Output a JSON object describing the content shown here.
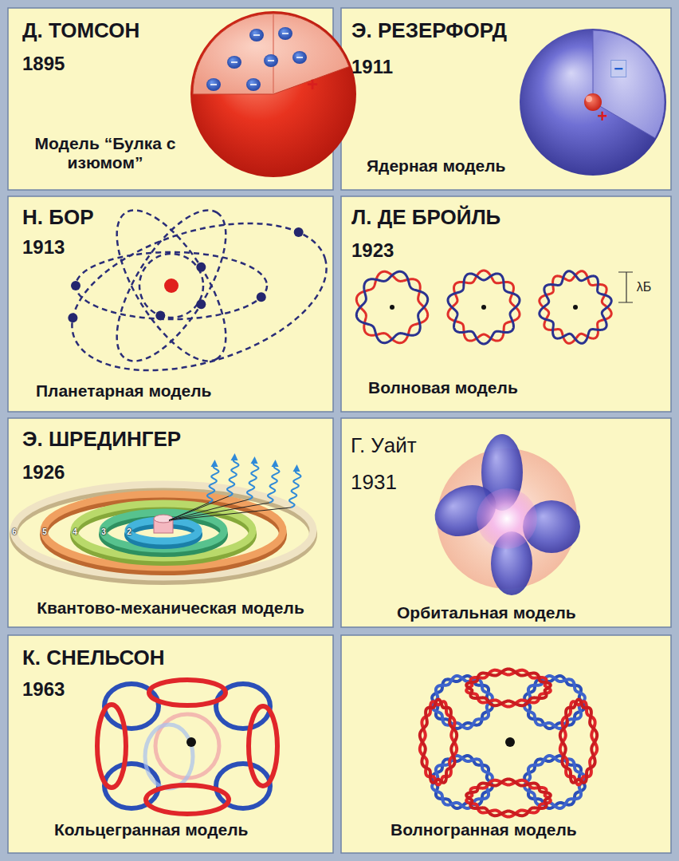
{
  "diagram": {
    "nodes": [
      {
        "text": [
          "Д. ТОМСОН",
          "1895",
          "Модель “Булка с изюмом”"
        ]
      },
      {
        "text": [
          "Э. РЕЗЕРФОРД",
          "1911",
          "Ядерная модель"
        ]
      },
      {
        "text": [
          "Н. БОР",
          "1913",
          "Планетарная модель"
        ]
      },
      {
        "text": [
          "Л. ДЕ БРОЙЛЬ",
          "1923",
          "Волновая модель"
        ]
      },
      {
        "text": [
          "Э. ШРЕДИНГЕР",
          "1926",
          "Квантово-механическая модель"
        ]
      },
      {
        "text": [
          "Г. Уайт",
          "1931",
          "Орбитальная модель"
        ]
      },
      {
        "text": [
          "К. СНЕЛЬСОН",
          "1963",
          "Кольцегранная модель"
        ]
      },
      {
        "text": [
          "Волногранная модель"
        ]
      }
    ],
    "labels": [
      "+",
      "−",
      "+",
      "λБ",
      "6",
      "5",
      "4",
      "3",
      "2"
    ]
  }
}
